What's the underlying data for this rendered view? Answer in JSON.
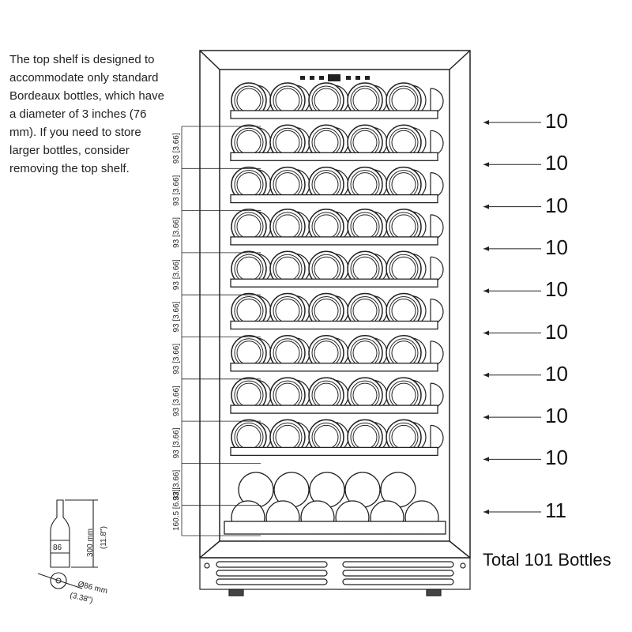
{
  "note": "The top shelf is designed to accommodate only standard Bordeaux bottles, which have a diameter of 3 inches (76 mm). If you need to store larger bottles, consider removing the top shelf.",
  "shelf_dimension_label": "93 [3.66]",
  "bottom_dimension_label": "160.5 [6.32]",
  "shelf_counts": [
    "10",
    "10",
    "10",
    "10",
    "10",
    "10",
    "10",
    "10",
    "10"
  ],
  "bottom_count": "11",
  "total_label": "Total 101 Bottles",
  "bottle": {
    "height_mm": "300 mm",
    "height_in": "(11.8\")",
    "label": "86",
    "diameter_mm": "Ø86 mm",
    "diameter_in": "(3.38\")"
  }
}
